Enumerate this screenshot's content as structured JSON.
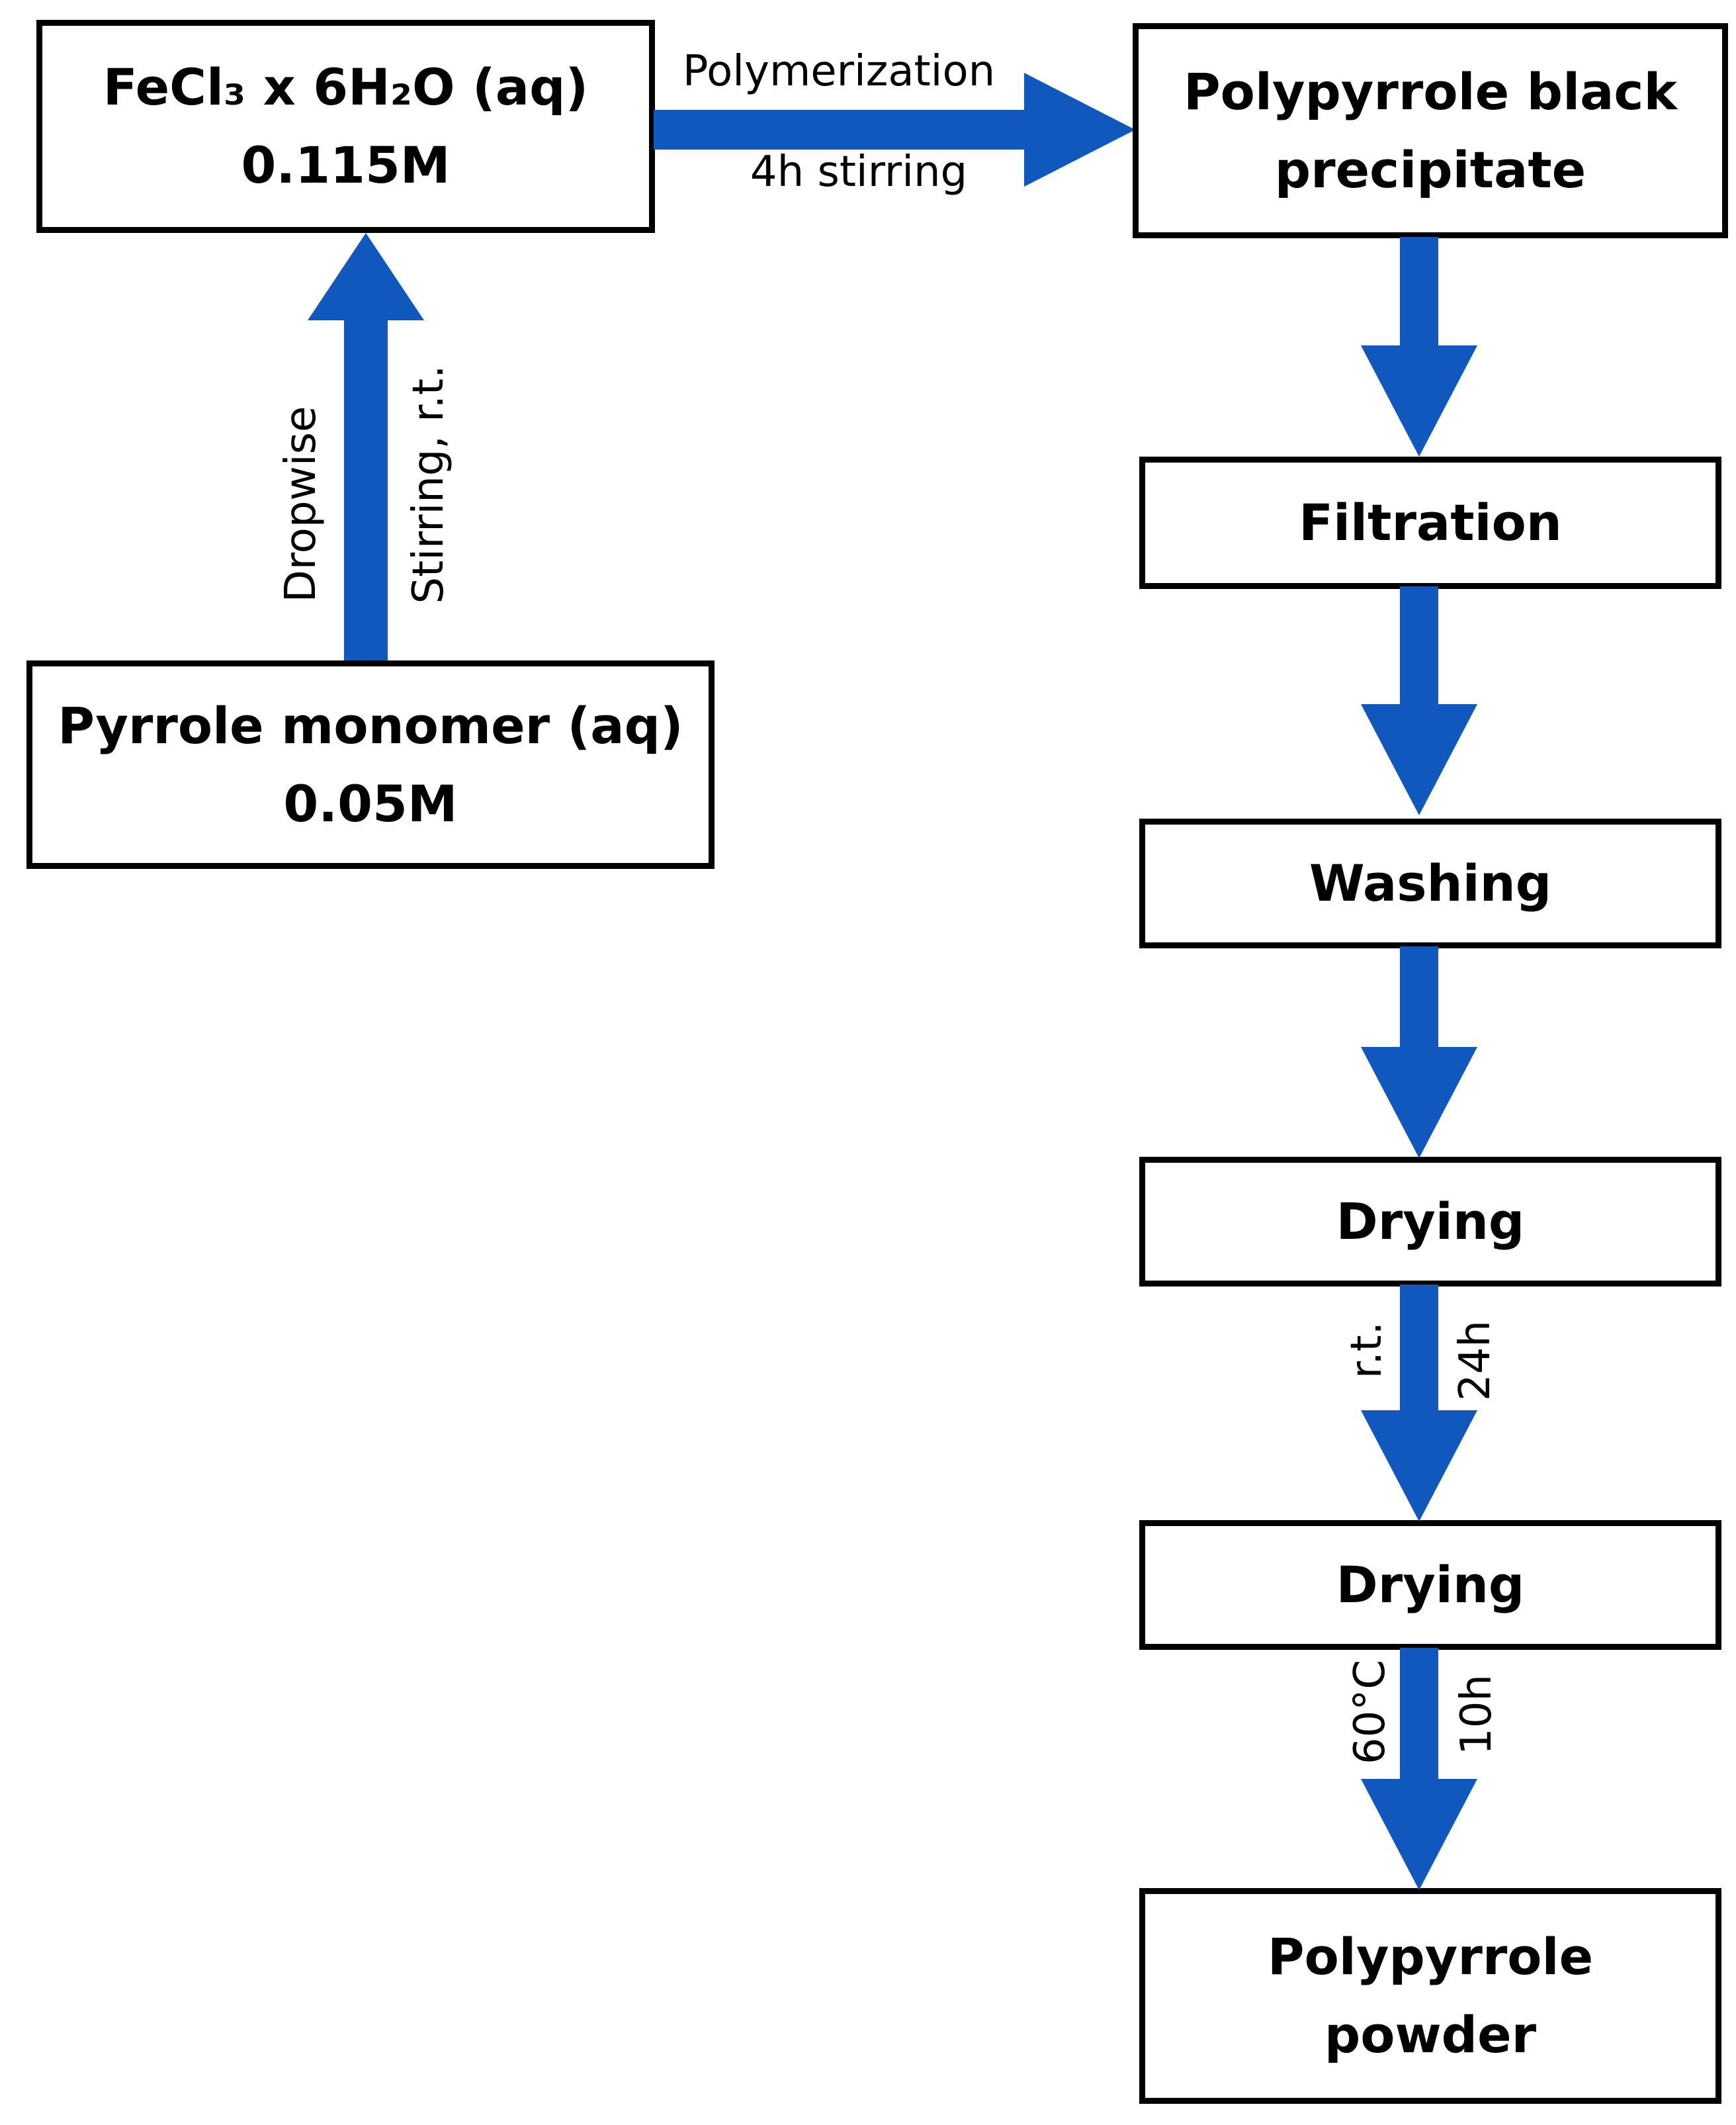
{
  "colors": {
    "arrow_blue": "#1058BE",
    "box_border": "#000000",
    "box_background": "#FFFFFF",
    "text": "#000000"
  },
  "boxes": {
    "fecl3": {
      "line1": "FeCl₃ x 6H₂O (aq)",
      "line2": "0.115M"
    },
    "pyrrole": {
      "line1": "Pyrrole monomer (aq)",
      "line2": "0.05M"
    },
    "precipitate": {
      "line1": "Polypyrrole black",
      "line2": "precipitate"
    },
    "filtration": {
      "label": "Filtration"
    },
    "washing": {
      "label": "Washing"
    },
    "drying_rt": {
      "label": "Drying"
    },
    "drying_60": {
      "label": "Drying"
    },
    "powder": {
      "line1": "Polypyrrole",
      "line2": "powder"
    }
  },
  "arrow_labels": {
    "polymerization_top": "Polymerization",
    "polymerization_bottom": "4h stirring",
    "feed_left": "Dropwise",
    "feed_right": "Stirring, r.t.",
    "drying_rt_left": "r.t.",
    "drying_rt_right": "24h",
    "drying_60_left": "60°C",
    "drying_60_right": "10h"
  }
}
